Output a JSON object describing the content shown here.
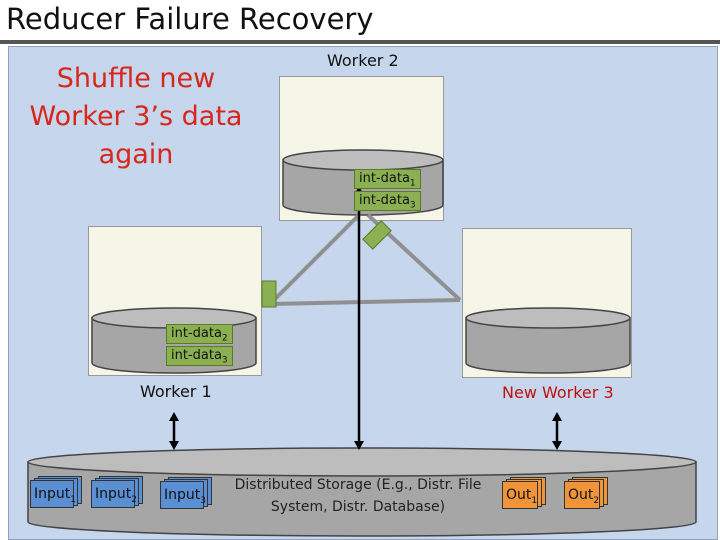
{
  "slide": {
    "title": "Reducer Failure Recovery",
    "caption": [
      "Shuffle new",
      "Worker 3’s data",
      "again"
    ]
  },
  "workers": {
    "worker2": {
      "label": "Worker 2",
      "chips": [
        {
          "name": "int-data",
          "sub": "1"
        },
        {
          "name": "int-data",
          "sub": "3"
        }
      ]
    },
    "worker1": {
      "label": "Worker 1",
      "chips": [
        {
          "name": "int-data",
          "sub": "2"
        },
        {
          "name": "int-data",
          "sub": "3"
        }
      ]
    },
    "worker3": {
      "label": "New Worker 3"
    }
  },
  "storage": {
    "label_lines": [
      "Distributed Storage (E.g., Distr. File",
      "System, Distr. Database)"
    ],
    "inputs": [
      {
        "name": "Input",
        "sub": "1"
      },
      {
        "name": "Input",
        "sub": "2"
      },
      {
        "name": "Input",
        "sub": "3"
      }
    ],
    "outputs": [
      {
        "name": "Out",
        "sub": "1"
      },
      {
        "name": "Out",
        "sub": "2"
      }
    ]
  },
  "colors": {
    "caption": "#d9261c",
    "worker3_label": "#c01010",
    "chip": "#8ab052",
    "input": "#5b8fd3",
    "output": "#f0943a",
    "panel": "#c6d6ec"
  }
}
